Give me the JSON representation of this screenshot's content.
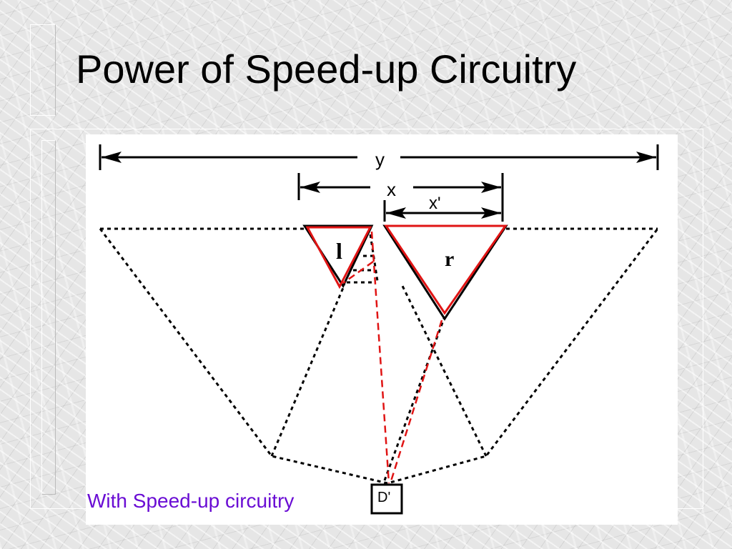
{
  "slide": {
    "title": "Power of Speed-up Circuitry",
    "caption": "With Speed-up circuitry"
  },
  "diagram": {
    "dimension_labels": {
      "outer": "y",
      "inner": "x",
      "sub": "x'"
    },
    "region_labels": {
      "left": "l",
      "right": "r"
    },
    "node_label": "D'"
  },
  "colors": {
    "caption": "#6a0dd4",
    "highlight": "#e01414",
    "ink": "#000000",
    "panel": "#ffffff"
  },
  "icons": {
    "arrowheads": "triangle-arrowhead"
  }
}
